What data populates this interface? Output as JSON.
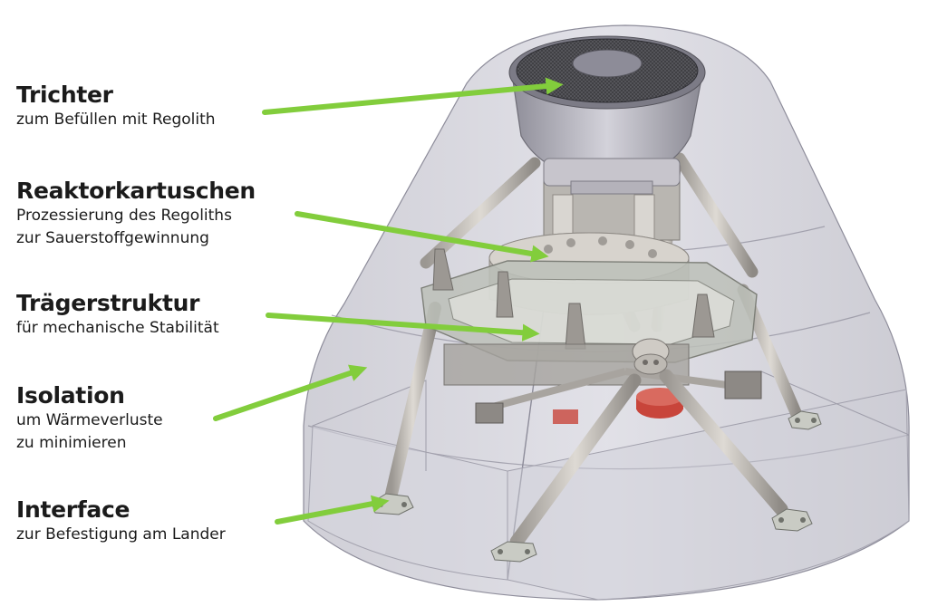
{
  "colors": {
    "arrow": "#82cd3c",
    "dome": "#b9b8c6",
    "dome_edge": "#8d8c9a",
    "metal": "#c3bfb9",
    "metal_dark": "#8e8a85",
    "plate": "#c9cbc4",
    "red_part": "#c8453b",
    "text": "#1b1b1b"
  },
  "labels": [
    {
      "id": "trichter",
      "title": "Trichter",
      "lines": [
        "zum Befüllen mit Regolith"
      ]
    },
    {
      "id": "reaktorkartuschen",
      "title": "Reaktorkartuschen",
      "lines": [
        "Prozessierung des Regoliths",
        "zur Sauerstoffgewinnung"
      ]
    },
    {
      "id": "traegerstruktur",
      "title": "Trägerstruktur",
      "lines": [
        "für mechanische Stabilität"
      ]
    },
    {
      "id": "isolation",
      "title": "Isolation",
      "lines": [
        "um Wärmeverluste",
        "zu minimieren"
      ]
    },
    {
      "id": "interface",
      "title": "Interface",
      "lines": [
        "zur Befestigung am Lander"
      ]
    }
  ],
  "icons": {
    "arrow": "green-pointer-arrow",
    "illustration": "cad-reactor-render"
  }
}
